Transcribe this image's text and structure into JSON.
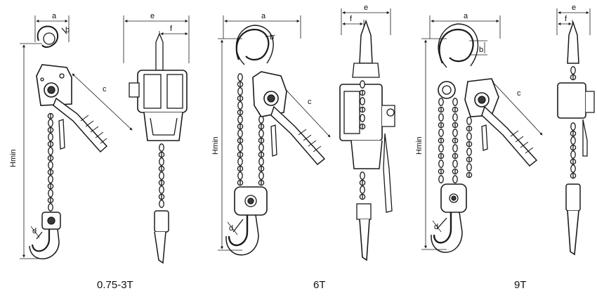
{
  "labels": {
    "a": "a",
    "b": "b",
    "c": "c",
    "d": "d",
    "e": "e",
    "f": "f",
    "hmin": "Hmin"
  },
  "captions": [
    "0.75-3T",
    "6T",
    "9T"
  ],
  "colors": {
    "line": "#1a1a1a",
    "fill": "#ffffff",
    "dark": "#3a3a3a"
  }
}
